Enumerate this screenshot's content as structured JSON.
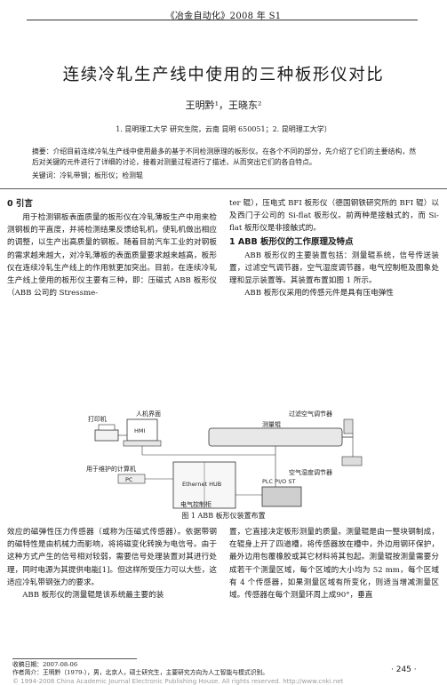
{
  "header": {
    "journal": "《冶金自动化》2008 年 S1"
  },
  "article": {
    "title": "连续冷轧生产线中使用的三种板形仪对比",
    "authors": "王明黔¹，王晓东²",
    "affiliation": "1. 昆明理工大学 研究生院，云南 昆明 650051；2. 昆明理工大学）",
    "abstract_label": "摘要：",
    "abstract": "介绍目前连续冷轧生产线中使用最多的基于不同检测原理的板形仪。在各个不同的部分，先介绍了它们的主要结构，然后对关键的元件进行了详细的讨论，接着对测量过程进行了描述，从而突出它们的各自特点。",
    "keywords_label": "关键词：",
    "keywords": "冷轧带钢；板形仪；检测辊"
  },
  "left_column": {
    "section0_heading": "0  引言",
    "para1": "用于检测钢板表面质量的板形仪在冷轧薄板生产中用来检测钢板的平直度，并将检测结果反馈给轧机，使轧机做出相应的调整，以生产出高质量的钢板。随着目前汽车工业的对钢板的需求越来越大，对冷轧薄板的表面质量要求越来越高，板形仪在连续冷轧生产线上的作用就更加突出。目前，在连续冷轧生产线上使用的板形仪主要有三种，即：压磁式 ABB 板形仪（ABB 公司的 Stressme-"
  },
  "right_column": {
    "para1": "ter 辊），压电式 BFI 板形仪（德国钢铁研究所的 BFI 辊）以及西门子公司的 Si-flat 板形仪。前两种是接触式的，而 Si-flat 板形仪是非接触式的。",
    "section1_heading": "1  ABB 板形仪的工作原理及特点",
    "para2": "ABB 板形仪的主要装置包括：测量辊系统，信号传送装置，过滤空气调节器，空气湿度调节器，电气控制柜及图象处理和显示装置等。其装置布置如图 1 所示。",
    "para3": "ABB 板形仪采用的传感元件是具有压电弹性"
  },
  "figure": {
    "caption": "图 1    ABB 板形仪装置布置",
    "labels": {
      "printer": "打印机",
      "hmi_title": "人机界面",
      "hmi": "HMI",
      "air_filter": "过滤空气调节器",
      "roll": "测量辊",
      "humidity": "空气湿度调节器",
      "plc": "PLC PI/O ST",
      "ethernet": "Ethernet HUB",
      "maint": "用于维护的计算机",
      "pc": "PC",
      "cabinet": "电气控制柜"
    }
  },
  "bottom_left": {
    "para": "效应的磁弹性压力传感器（或称为压磁式传感器）。依据带钢的磁特性是由机械力而影响，将将磁变化转换为电信号。由于这种方式产生的信号相对较弱，需要信号处理装置对其进行处理，同时电源为其提供电能[1]。但这样所受压力可以大些，这适应冷轧带钢张力的要求。",
    "para2": "ABB 板形仪的测量辊是该系统最主要的装"
  },
  "bottom_right": {
    "para": "置，它直接决定板形测量的质量。测量辊是由一整块钢制成，在辊身上开了四道槽，将传感器放在槽中，外边用钢环保护，最外边用包覆橡胶或其它材料将其包起。测量辊按测量需要分成若干个测量区域，每个区域的大小均为 52 mm，每个区域有 4 个传感器，如果测量区域有所变化，则适当增减测量区域。传感器在每个测量环周上成90°，垂直"
  },
  "footnotes": {
    "received": "收稿日期：2007-08-06",
    "author_bio": "作者简介：王明黔（1979-），男，北京人，硕士研究生，主要研究方向为人工智能与模式识别。"
  },
  "page_number": "· 245 ·",
  "copyright": "© 1994-2008 China Academic Journal Electronic Publishing House. All rights reserved.   http://www.cnki.net"
}
